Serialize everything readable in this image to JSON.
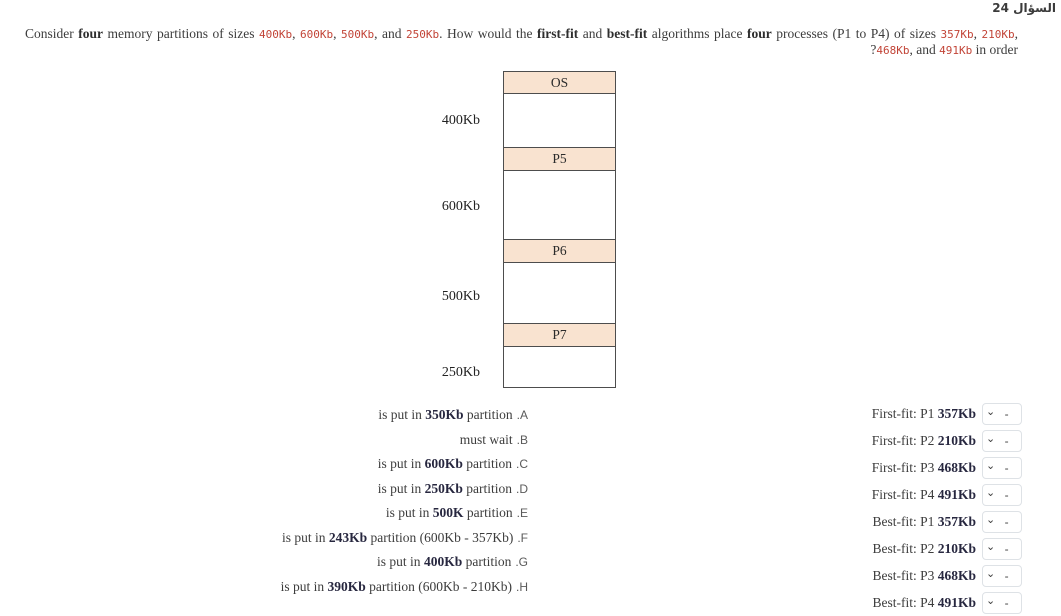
{
  "colors": {
    "code_text": "#c24437",
    "partition_fill": "#f9e3d0",
    "diagram_border": "#4d4d4d",
    "body_text": "#3c3c3c",
    "option_letter": "#5a5a5a",
    "select_border": "#dee2e6"
  },
  "header": {
    "question_number": "السؤال 24"
  },
  "question": {
    "segments": [
      {
        "t": "Consider "
      },
      {
        "t": "four",
        "s": "b"
      },
      {
        "t": " memory partitions of sizes "
      },
      {
        "t": "400Kb",
        "s": "code"
      },
      {
        "t": ", "
      },
      {
        "t": "600Kb",
        "s": "code"
      },
      {
        "t": ", "
      },
      {
        "t": "500Kb",
        "s": "code"
      },
      {
        "t": ", and "
      },
      {
        "t": "250Kb",
        "s": "code"
      },
      {
        "t": ". How would the "
      },
      {
        "t": "first-fit",
        "s": "b"
      },
      {
        "t": " and "
      },
      {
        "t": "best-fit",
        "s": "b"
      },
      {
        "t": " algorithms place "
      },
      {
        "t": "four",
        "s": "b"
      },
      {
        "t": " processes (P1 to P4) of sizes "
      },
      {
        "t": "357Kb",
        "s": "code"
      },
      {
        "t": ", "
      },
      {
        "t": "210Kb",
        "s": "code"
      },
      {
        "t": ", "
      },
      {
        "t": "468Kb",
        "s": "code"
      },
      {
        "t": ", and "
      },
      {
        "t": "491Kb",
        "s": "code"
      },
      {
        "t": " in order?"
      }
    ]
  },
  "diagram": {
    "blocks": {
      "b0": "OS",
      "b1": "P5",
      "b2": "P6",
      "b3": "P7"
    },
    "partitions": {
      "p0": "400Kb",
      "p1": "600Kb",
      "p2": "500Kb",
      "p3": "250Kb"
    }
  },
  "options": [
    {
      "pre": "is put in ",
      "bold": "350Kb",
      "post": " partition",
      "label": ".A"
    },
    {
      "pre": "must wait",
      "bold": "",
      "post": "",
      "label": ".B"
    },
    {
      "pre": "is put in ",
      "bold": "600Kb",
      "post": " partition",
      "label": ".C"
    },
    {
      "pre": "is put in ",
      "bold": "250Kb",
      "post": " partition",
      "label": ".D"
    },
    {
      "pre": "is put in ",
      "bold": "500K",
      "post": " partition",
      "label": ".E"
    },
    {
      "pre": "is put in ",
      "bold": "243Kb",
      "post": " partition (600Kb - 357Kb)",
      "label": ".F"
    },
    {
      "pre": "is put in ",
      "bold": "400Kb",
      "post": " partition",
      "label": ".G"
    },
    {
      "pre": "is put in ",
      "bold": "390Kb",
      "post": " partition (600Kb - 210Kb)",
      "label": ".H"
    }
  ],
  "matches": [
    {
      "pre": "First-fit: P1 ",
      "bold": "357Kb",
      "value": "-"
    },
    {
      "pre": "First-fit: P2 ",
      "bold": "210Kb",
      "value": "-"
    },
    {
      "pre": "First-fit: P3 ",
      "bold": "468Kb",
      "value": "-"
    },
    {
      "pre": "First-fit: P4 ",
      "bold": "491Kb",
      "value": "-"
    },
    {
      "pre": "Best-fit: P1 ",
      "bold": "357Kb",
      "value": "-"
    },
    {
      "pre": "Best-fit: P2 ",
      "bold": "210Kb",
      "value": "-"
    },
    {
      "pre": "Best-fit: P3 ",
      "bold": "468Kb",
      "value": "-"
    },
    {
      "pre": "Best-fit: P4 ",
      "bold": "491Kb",
      "value": "-"
    }
  ]
}
